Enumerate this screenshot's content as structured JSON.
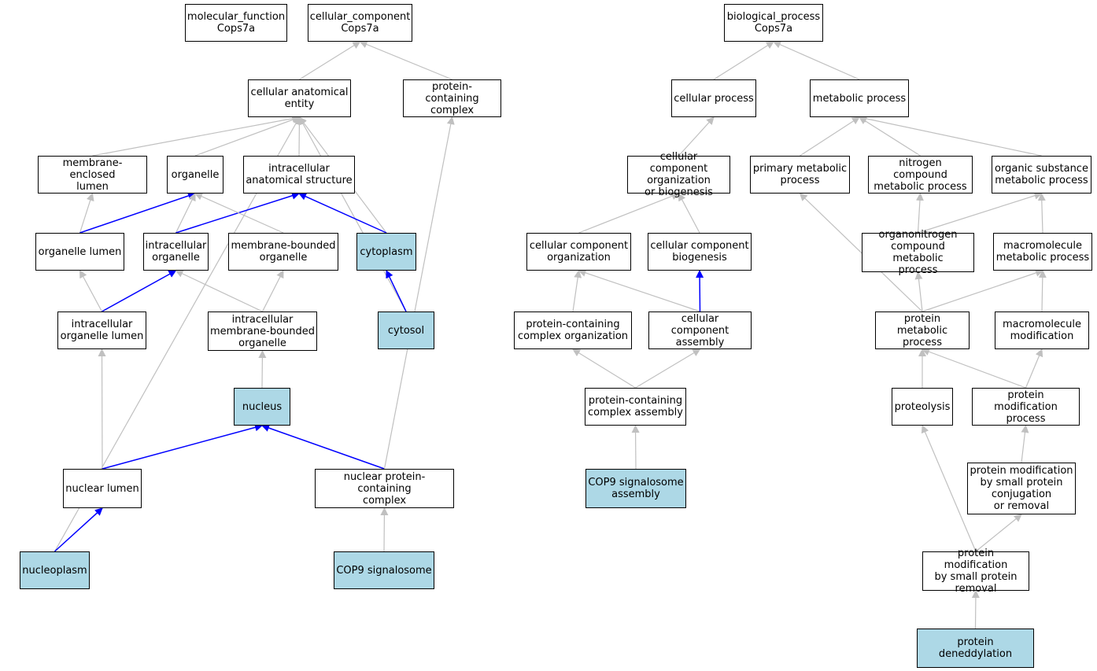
{
  "colors": {
    "highlight_fill": "#add8e6",
    "edge_default": "#c0c0c0",
    "edge_highlight": "#0000ff"
  },
  "nodes": [
    {
      "id": "mf",
      "label": "molecular_function\nCops7a",
      "highlight": false
    },
    {
      "id": "cc",
      "label": "cellular_component\nCops7a",
      "highlight": false
    },
    {
      "id": "bp",
      "label": "biological_process\nCops7a",
      "highlight": false
    },
    {
      "id": "cae",
      "label": "cellular anatomical\nentity",
      "highlight": false
    },
    {
      "id": "pcc",
      "label": "protein-containing\ncomplex",
      "highlight": false
    },
    {
      "id": "mel",
      "label": "membrane-enclosed\nlumen",
      "highlight": false
    },
    {
      "id": "org",
      "label": "organelle",
      "highlight": false
    },
    {
      "id": "ias",
      "label": "intracellular\nanatomical structure",
      "highlight": false
    },
    {
      "id": "orgl",
      "label": "organelle lumen",
      "highlight": false
    },
    {
      "id": "io",
      "label": "intracellular\norganelle",
      "highlight": false
    },
    {
      "id": "mbo",
      "label": "membrane-bounded\norganelle",
      "highlight": false
    },
    {
      "id": "cyto",
      "label": "cytoplasm",
      "highlight": true
    },
    {
      "id": "iol",
      "label": "intracellular\norganelle lumen",
      "highlight": false
    },
    {
      "id": "imbo",
      "label": "intracellular\nmembrane-bounded\norganelle",
      "highlight": false
    },
    {
      "id": "cytosol",
      "label": "cytosol",
      "highlight": true
    },
    {
      "id": "nuc",
      "label": "nucleus",
      "highlight": true
    },
    {
      "id": "nl",
      "label": "nuclear lumen",
      "highlight": false
    },
    {
      "id": "npcc",
      "label": "nuclear protein-containing\ncomplex",
      "highlight": false
    },
    {
      "id": "np",
      "label": "nucleoplasm",
      "highlight": true
    },
    {
      "id": "csn",
      "label": "COP9 signalosome",
      "highlight": true
    },
    {
      "id": "cp",
      "label": "cellular process",
      "highlight": false
    },
    {
      "id": "mp",
      "label": "metabolic process",
      "highlight": false
    },
    {
      "id": "ccob",
      "label": "cellular component\norganization\nor biogenesis",
      "highlight": false
    },
    {
      "id": "pmp",
      "label": "primary metabolic\nprocess",
      "highlight": false
    },
    {
      "id": "ncmp",
      "label": "nitrogen compound\nmetabolic process",
      "highlight": false
    },
    {
      "id": "osmp",
      "label": "organic substance\nmetabolic process",
      "highlight": false
    },
    {
      "id": "cco",
      "label": "cellular component\norganization",
      "highlight": false
    },
    {
      "id": "ccb",
      "label": "cellular component\nbiogenesis",
      "highlight": false
    },
    {
      "id": "oncmp",
      "label": "organonitrogen\ncompound metabolic\nprocess",
      "highlight": false
    },
    {
      "id": "mmp",
      "label": "macromolecule\nmetabolic process",
      "highlight": false
    },
    {
      "id": "pcco",
      "label": "protein-containing\ncomplex organization",
      "highlight": false
    },
    {
      "id": "cca",
      "label": "cellular component\nassembly",
      "highlight": false
    },
    {
      "id": "protmp",
      "label": "protein metabolic\nprocess",
      "highlight": false
    },
    {
      "id": "mm",
      "label": "macromolecule\nmodification",
      "highlight": false
    },
    {
      "id": "pcca",
      "label": "protein-containing\ncomplex assembly",
      "highlight": false
    },
    {
      "id": "prot",
      "label": "proteolysis",
      "highlight": false
    },
    {
      "id": "pmodp",
      "label": "protein modification\nprocess",
      "highlight": false
    },
    {
      "id": "csna",
      "label": "COP9 signalosome\nassembly",
      "highlight": true
    },
    {
      "id": "pmsp",
      "label": "protein modification\nby small protein\nconjugation\nor removal",
      "highlight": false
    },
    {
      "id": "pmspr",
      "label": "protein modification\nby small protein\nremoval",
      "highlight": false
    },
    {
      "id": "pdn",
      "label": "protein deneddylation",
      "highlight": true
    }
  ],
  "edges": [
    {
      "from": "cae",
      "to": "cc",
      "highlight": false
    },
    {
      "from": "pcc",
      "to": "cc",
      "highlight": false
    },
    {
      "from": "mel",
      "to": "cae",
      "highlight": false
    },
    {
      "from": "org",
      "to": "cae",
      "highlight": false
    },
    {
      "from": "ias",
      "to": "cae",
      "highlight": false
    },
    {
      "from": "cyto",
      "to": "cae",
      "highlight": false
    },
    {
      "from": "cytosol",
      "to": "cae",
      "highlight": false
    },
    {
      "from": "np",
      "to": "cae",
      "highlight": false
    },
    {
      "from": "orgl",
      "to": "mel",
      "highlight": false
    },
    {
      "from": "orgl",
      "to": "org",
      "highlight": true
    },
    {
      "from": "io",
      "to": "org",
      "highlight": false
    },
    {
      "from": "io",
      "to": "ias",
      "highlight": true
    },
    {
      "from": "mbo",
      "to": "org",
      "highlight": false
    },
    {
      "from": "cyto",
      "to": "ias",
      "highlight": true
    },
    {
      "from": "iol",
      "to": "orgl",
      "highlight": false
    },
    {
      "from": "iol",
      "to": "io",
      "highlight": true
    },
    {
      "from": "imbo",
      "to": "io",
      "highlight": false
    },
    {
      "from": "imbo",
      "to": "mbo",
      "highlight": false
    },
    {
      "from": "cytosol",
      "to": "cyto",
      "highlight": true
    },
    {
      "from": "nuc",
      "to": "imbo",
      "highlight": false
    },
    {
      "from": "nl",
      "to": "iol",
      "highlight": false
    },
    {
      "from": "nl",
      "to": "nuc",
      "highlight": true
    },
    {
      "from": "npcc",
      "to": "nuc",
      "highlight": true
    },
    {
      "from": "npcc",
      "to": "pcc",
      "highlight": false
    },
    {
      "from": "np",
      "to": "nl",
      "highlight": true
    },
    {
      "from": "csn",
      "to": "npcc",
      "highlight": false
    },
    {
      "from": "cp",
      "to": "bp",
      "highlight": false
    },
    {
      "from": "mp",
      "to": "bp",
      "highlight": false
    },
    {
      "from": "ccob",
      "to": "cp",
      "highlight": false
    },
    {
      "from": "pmp",
      "to": "mp",
      "highlight": false
    },
    {
      "from": "ncmp",
      "to": "mp",
      "highlight": false
    },
    {
      "from": "osmp",
      "to": "mp",
      "highlight": false
    },
    {
      "from": "cco",
      "to": "ccob",
      "highlight": false
    },
    {
      "from": "ccb",
      "to": "ccob",
      "highlight": false
    },
    {
      "from": "oncmp",
      "to": "ncmp",
      "highlight": false
    },
    {
      "from": "oncmp",
      "to": "osmp",
      "highlight": false
    },
    {
      "from": "mmp",
      "to": "osmp",
      "highlight": false
    },
    {
      "from": "pcco",
      "to": "cco",
      "highlight": false
    },
    {
      "from": "cca",
      "to": "cco",
      "highlight": false
    },
    {
      "from": "cca",
      "to": "ccb",
      "highlight": true
    },
    {
      "from": "protmp",
      "to": "pmp",
      "highlight": false
    },
    {
      "from": "protmp",
      "to": "oncmp",
      "highlight": false
    },
    {
      "from": "protmp",
      "to": "mmp",
      "highlight": false
    },
    {
      "from": "mm",
      "to": "mmp",
      "highlight": false
    },
    {
      "from": "pcca",
      "to": "pcco",
      "highlight": false
    },
    {
      "from": "pcca",
      "to": "cca",
      "highlight": false
    },
    {
      "from": "prot",
      "to": "protmp",
      "highlight": false
    },
    {
      "from": "pmodp",
      "to": "protmp",
      "highlight": false
    },
    {
      "from": "pmodp",
      "to": "mm",
      "highlight": false
    },
    {
      "from": "csna",
      "to": "pcca",
      "highlight": false
    },
    {
      "from": "pmsp",
      "to": "pmodp",
      "highlight": false
    },
    {
      "from": "pmspr",
      "to": "prot",
      "highlight": false
    },
    {
      "from": "pmspr",
      "to": "pmsp",
      "highlight": false
    },
    {
      "from": "pdn",
      "to": "pmspr",
      "highlight": false
    }
  ]
}
